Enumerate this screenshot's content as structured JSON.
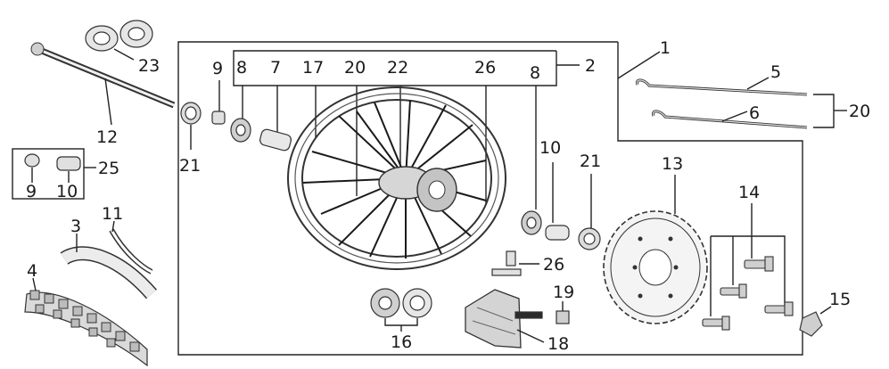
{
  "callouts": {
    "c1": "1",
    "c2": "2",
    "c3": "3",
    "c4": "4",
    "c5": "5",
    "c6": "6",
    "c7": "7",
    "c8a": "8",
    "c8b": "8",
    "c9a": "9",
    "c9b": "9",
    "c10a": "10",
    "c10b": "10",
    "c11": "11",
    "c12": "12",
    "c13": "13",
    "c14": "14",
    "c15": "15",
    "c16": "16",
    "c17": "17",
    "c18": "18",
    "c19": "19",
    "c20a": "20",
    "c20b": "20",
    "c21a": "21",
    "c21b": "21",
    "c22": "22",
    "c23": "23",
    "c25": "25",
    "c26a": "26",
    "c26b": "26"
  },
  "colors": {
    "line": "#222222",
    "part_fill": "#d9d9d9",
    "background": "#ffffff"
  }
}
